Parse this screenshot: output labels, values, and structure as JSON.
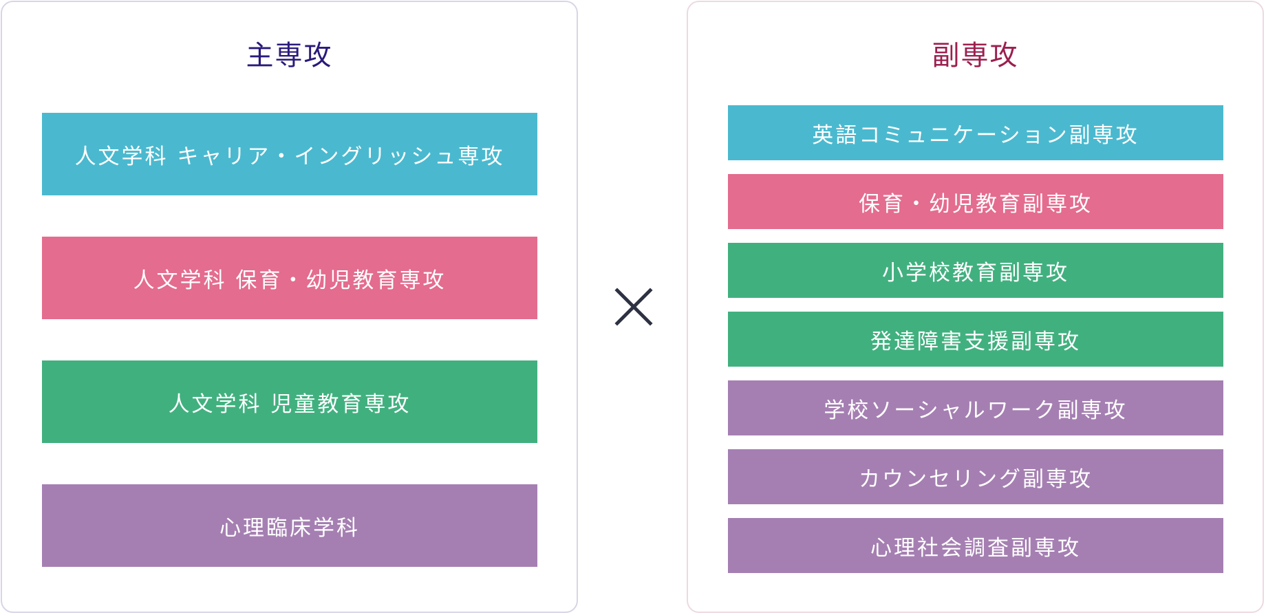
{
  "main": {
    "title": "主専攻",
    "items": [
      {
        "label": "人文学科 キャリア・イングリッシュ専攻",
        "color": "#4ab9cf"
      },
      {
        "label": "人文学科 保育・幼児教育専攻",
        "color": "#e46c8e"
      },
      {
        "label": "人文学科 児童教育専攻",
        "color": "#41b07f"
      },
      {
        "label": "心理臨床学科",
        "color": "#a57fb2"
      }
    ]
  },
  "connector": {
    "icon": "multiply-icon",
    "color": "#2d3142"
  },
  "minor": {
    "title": "副専攻",
    "items": [
      {
        "label": "英語コミュニケーション副専攻",
        "color": "#4ab9cf"
      },
      {
        "label": "保育・幼児教育副専攻",
        "color": "#e46c8e"
      },
      {
        "label": "小学校教育副専攻",
        "color": "#41b07f"
      },
      {
        "label": "発達障害支援副専攻",
        "color": "#41b07f"
      },
      {
        "label": "学校ソーシャルワーク副専攻",
        "color": "#a57fb2"
      },
      {
        "label": "カウンセリング副専攻",
        "color": "#a57fb2"
      },
      {
        "label": "心理社会調査副専攻",
        "color": "#a57fb2"
      }
    ]
  }
}
